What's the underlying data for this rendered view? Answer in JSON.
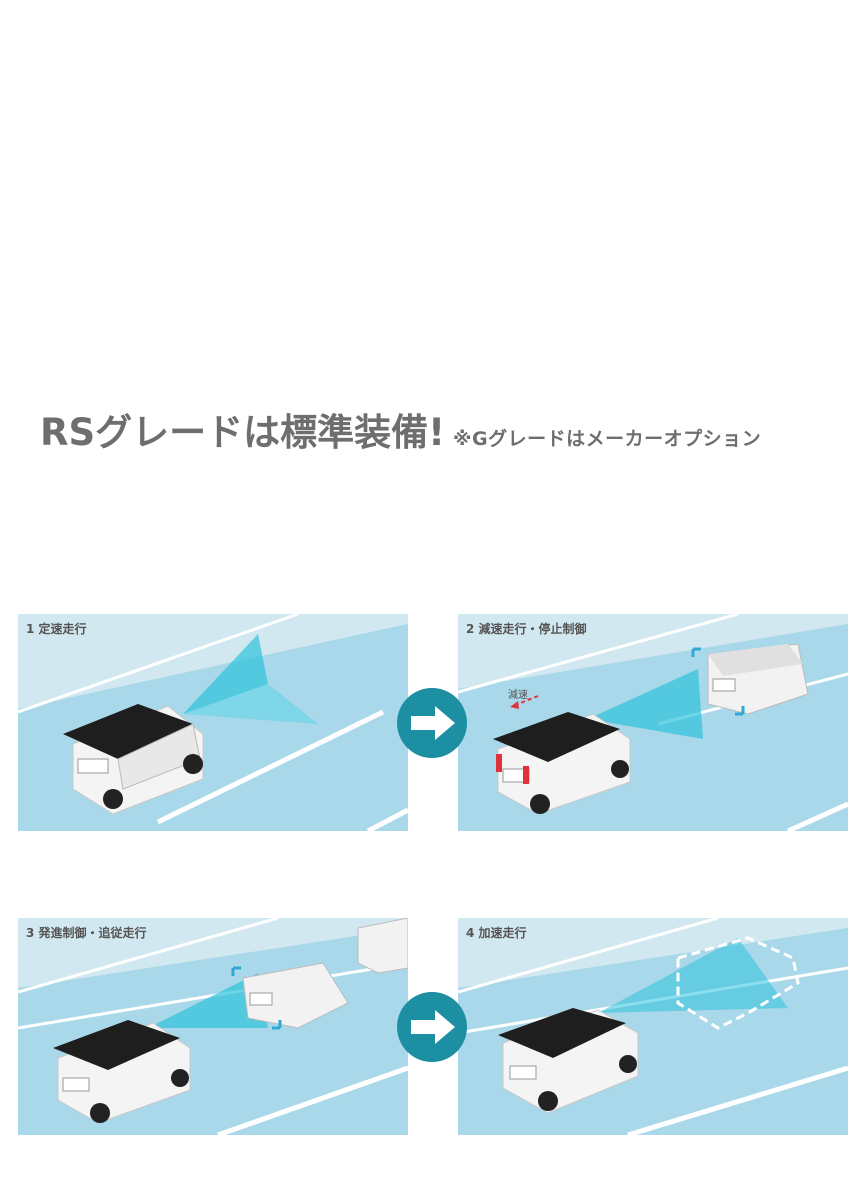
{
  "headline": {
    "main": "RSグレードは標準装備!",
    "note": "※Gグレードはメーカーオプション"
  },
  "panels": [
    {
      "label": "1 定速走行"
    },
    {
      "label": "2 減速走行・停止制御",
      "annotation": "減速"
    },
    {
      "label": "3 発進制御・追従走行"
    },
    {
      "label": "4 加速走行"
    }
  ],
  "icons": [
    "arrow-right-icon",
    "arrow-right-icon"
  ],
  "colors": {
    "headline": "#6e6e6e",
    "road": "#a9d9ea",
    "sky": "#cfe6ee",
    "radar": "#2fc3dc",
    "arrow_circle": "#1d8fa3",
    "brake_light": "#e0323c"
  }
}
